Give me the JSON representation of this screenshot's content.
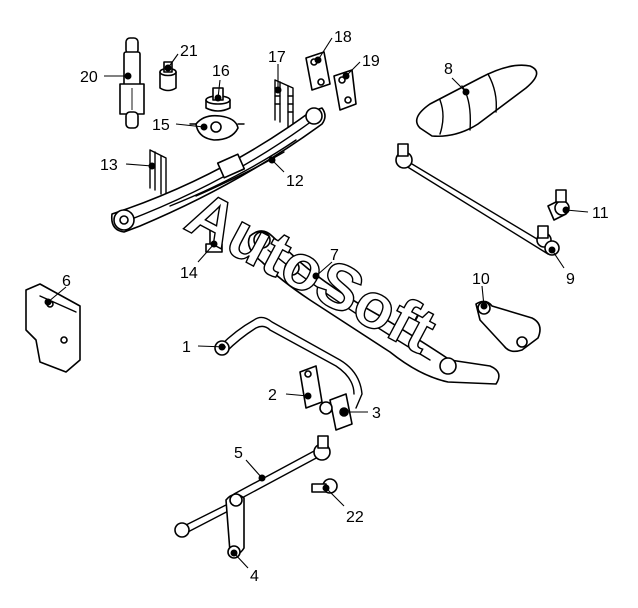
{
  "watermark": "AutoSoft",
  "callouts": [
    {
      "id": "1",
      "label": "1"
    },
    {
      "id": "2",
      "label": "2"
    },
    {
      "id": "3",
      "label": "3"
    },
    {
      "id": "4",
      "label": "4"
    },
    {
      "id": "5",
      "label": "5"
    },
    {
      "id": "6",
      "label": "6"
    },
    {
      "id": "7",
      "label": "7"
    },
    {
      "id": "8",
      "label": "8"
    },
    {
      "id": "9",
      "label": "9"
    },
    {
      "id": "10",
      "label": "10"
    },
    {
      "id": "11",
      "label": "11"
    },
    {
      "id": "12",
      "label": "12"
    },
    {
      "id": "13",
      "label": "13"
    },
    {
      "id": "14",
      "label": "14"
    },
    {
      "id": "15",
      "label": "15"
    },
    {
      "id": "16",
      "label": "16"
    },
    {
      "id": "17",
      "label": "17"
    },
    {
      "id": "18",
      "label": "18"
    },
    {
      "id": "19",
      "label": "19"
    },
    {
      "id": "20",
      "label": "20"
    },
    {
      "id": "21",
      "label": "21"
    },
    {
      "id": "22",
      "label": "22"
    }
  ]
}
